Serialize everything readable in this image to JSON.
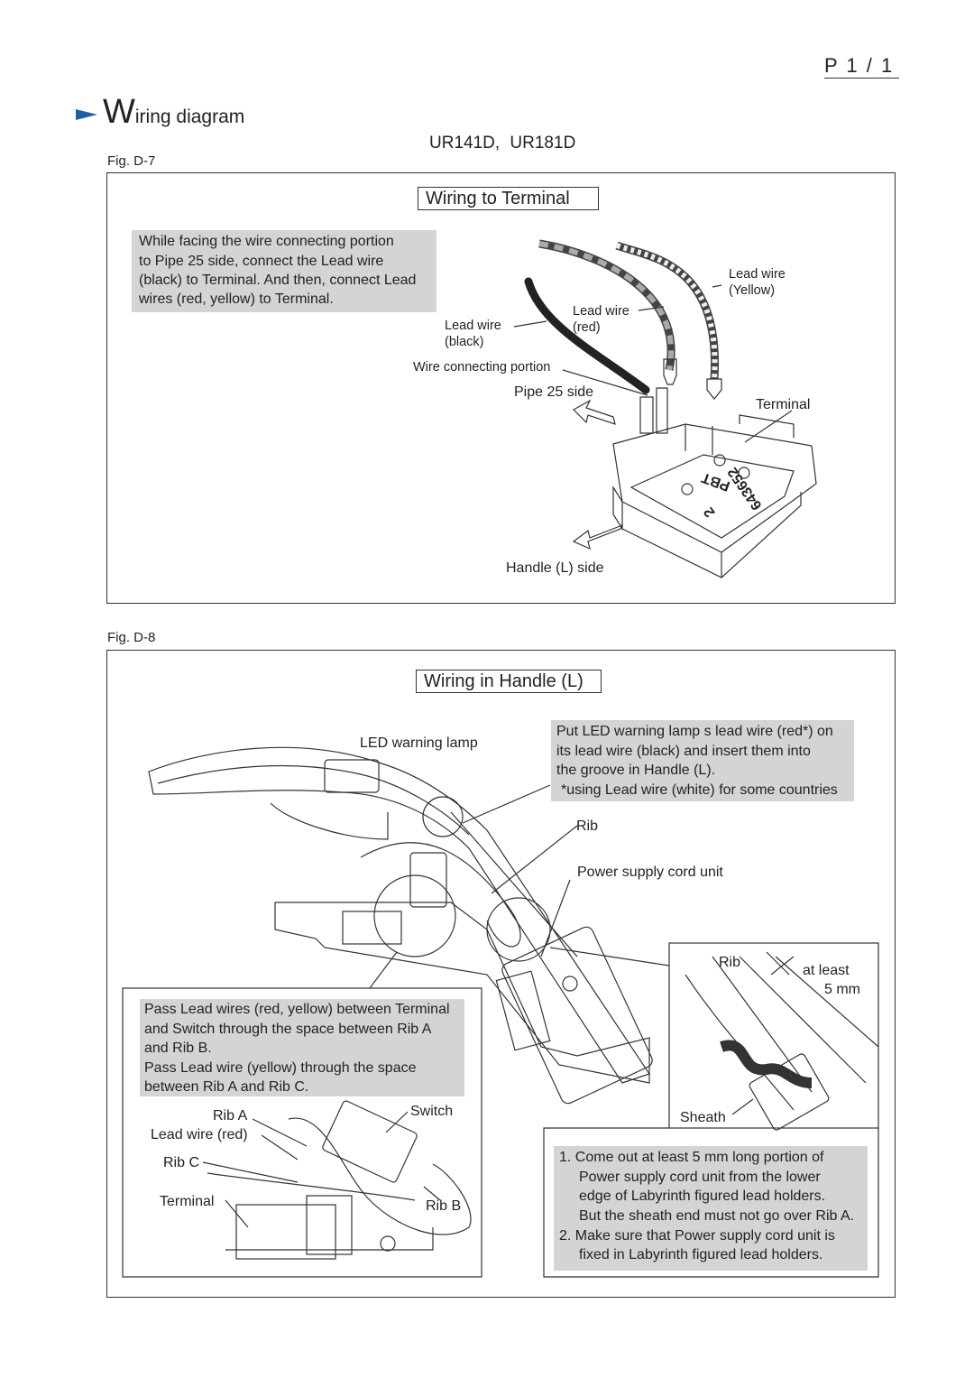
{
  "header": {
    "page_number": "P 1 / 1",
    "section_first_letter": "W",
    "section_rest": "iring diagram",
    "models": "UR141D, UR181D"
  },
  "fig_d7": {
    "label": "Fig. D-7",
    "title": "Wiring to Terminal",
    "instruction": [
      "While  facing the wire connecting portion",
      "to Pipe 25 side, connect the Lead wire",
      "(black) to Terminal. And then, connect Lead",
      "wires (red, yellow) to Terminal."
    ],
    "callouts": {
      "lead_yellow_1": "Lead wire",
      "lead_yellow_2": "(Yellow)",
      "lead_red_1": "Lead wire",
      "lead_red_2": "(red)",
      "lead_black_1": "Lead wire",
      "lead_black_2": "(black)",
      "wire_connecting": "Wire connecting portion",
      "pipe_side": "Pipe 25 side",
      "terminal": "Terminal",
      "handle_side": "Handle (L) side"
    },
    "part_markings": [
      "PBT",
      "643652",
      "2"
    ]
  },
  "fig_d8": {
    "label": "Fig. D-8",
    "title": "Wiring in Handle (L)",
    "callouts": {
      "led_lamp": "LED warning lamp",
      "rib": "Rib",
      "power_cord": "Power supply cord unit",
      "rib_detail": "Rib",
      "at_least": "at least",
      "five_mm": "5 mm",
      "sheath": "Sheath",
      "rib_a": "Rib A",
      "lead_red": "Lead wire (red)",
      "rib_c": "Rib C",
      "terminal": "Terminal",
      "switch": "Switch",
      "rib_b": "Rib B"
    },
    "led_note": [
      "Put LED warning lamp s lead wire (red*) on",
      "its lead wire (black) and insert them into",
      "the groove in Handle (L)."
    ],
    "led_footnote": "*using Lead wire (white) for some countries",
    "pass_note": [
      "Pass Lead wires (red, yellow) between Terminal",
      "and Switch through the space between Rib A",
      "and Rib B.",
      "Pass Lead wire (yellow) through the space",
      "between Rib A and Rib C."
    ],
    "cord_steps": [
      "1. Come out at least 5 mm long portion of",
      "Power supply cord unit from the lower",
      "edge of Labyrinth figured lead holders.",
      "But the sheath end must not go over Rib A.",
      "2. Make sure that Power supply cord unit is",
      "fixed in Labyrinth figured lead holders."
    ]
  },
  "colors": {
    "arrow": "#1f5fa8",
    "note_bg": "#d4d4d4",
    "line": "#333333"
  }
}
